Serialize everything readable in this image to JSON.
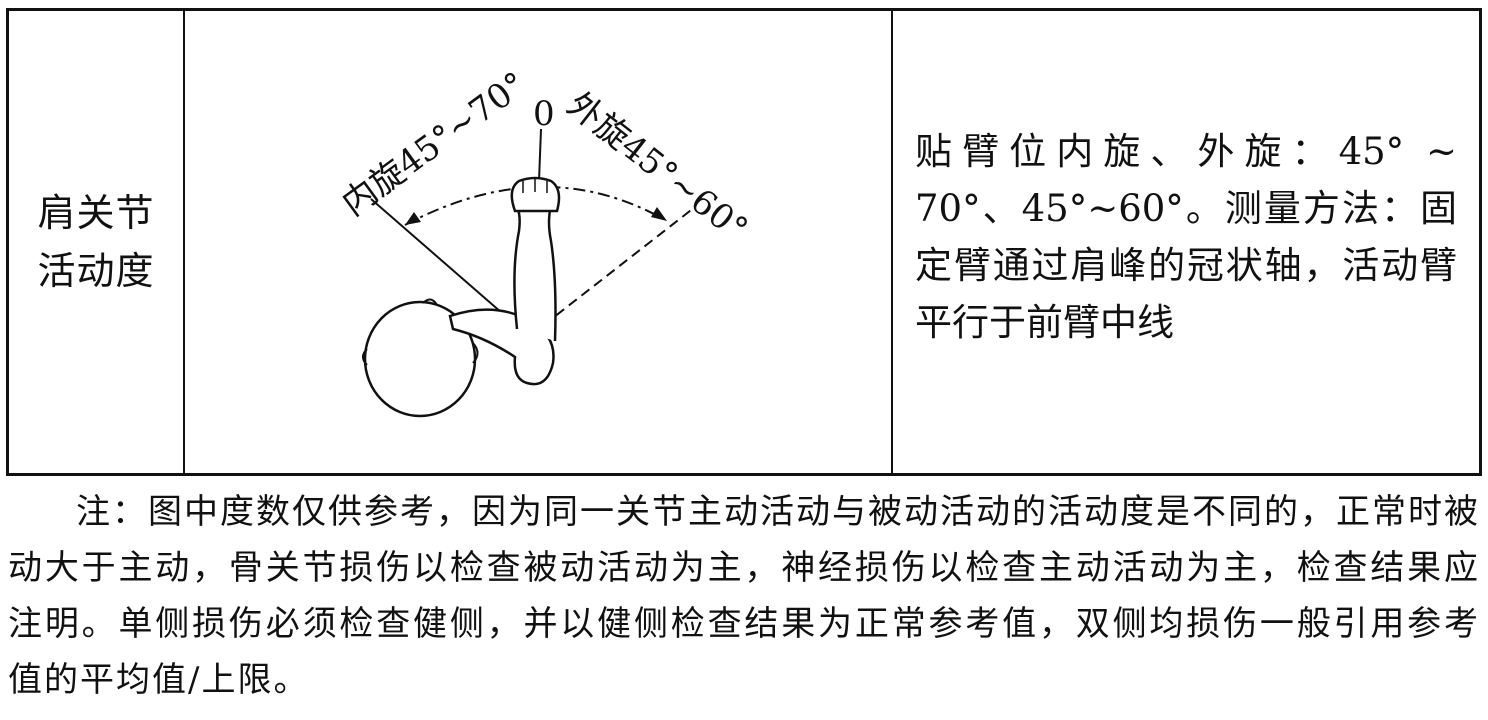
{
  "row": {
    "name_line1": "肩关节",
    "name_line2": "活动度",
    "figure": {
      "label_neutral": "0",
      "label_internal": "内旋45°~70°",
      "label_external": "外旋45°~60°"
    },
    "description": "贴臂位内旋、外旋：45° ~ 70°、45°~60°。测量方法：固定臂通过肩峰的冠状轴，活动臂平行于前臂中线"
  },
  "note": "注：图中度数仅供参考，因为同一关节主动活动与被动活动的活动度是不同的，正常时被动大于主动，骨关节损伤以检查被动活动为主，神经损伤以检查主动活动为主，检查结果应注明。单侧损伤必须检查健侧，并以健侧检查结果为正常参考值，双侧均损伤一般引用参考值的平均值/上限。"
}
